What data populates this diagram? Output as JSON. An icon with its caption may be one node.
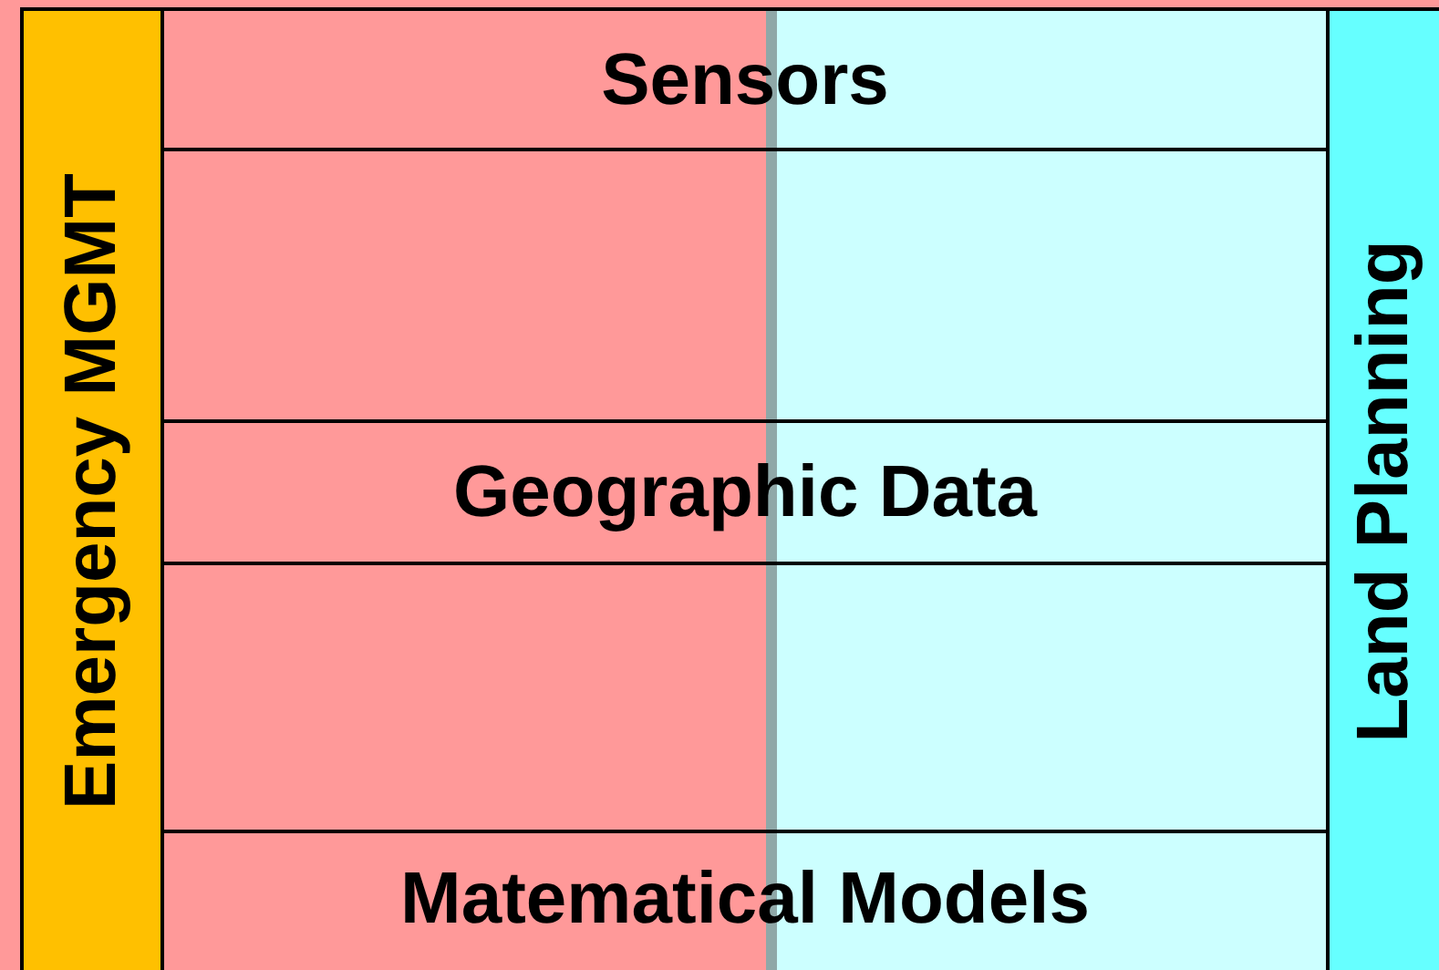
{
  "diagram": {
    "nodes": [
      {
        "text": [
          "Emergency MGMT"
        ]
      },
      {
        "text": [
          "Sensors"
        ]
      },
      {
        "text": [],
        "shape": "box"
      },
      {
        "text": [
          "Geographic Data"
        ]
      },
      {
        "text": [],
        "shape": "box"
      },
      {
        "text": [
          "Matematical Models"
        ]
      },
      {
        "text": [
          "Land Planning"
        ]
      }
    ]
  }
}
